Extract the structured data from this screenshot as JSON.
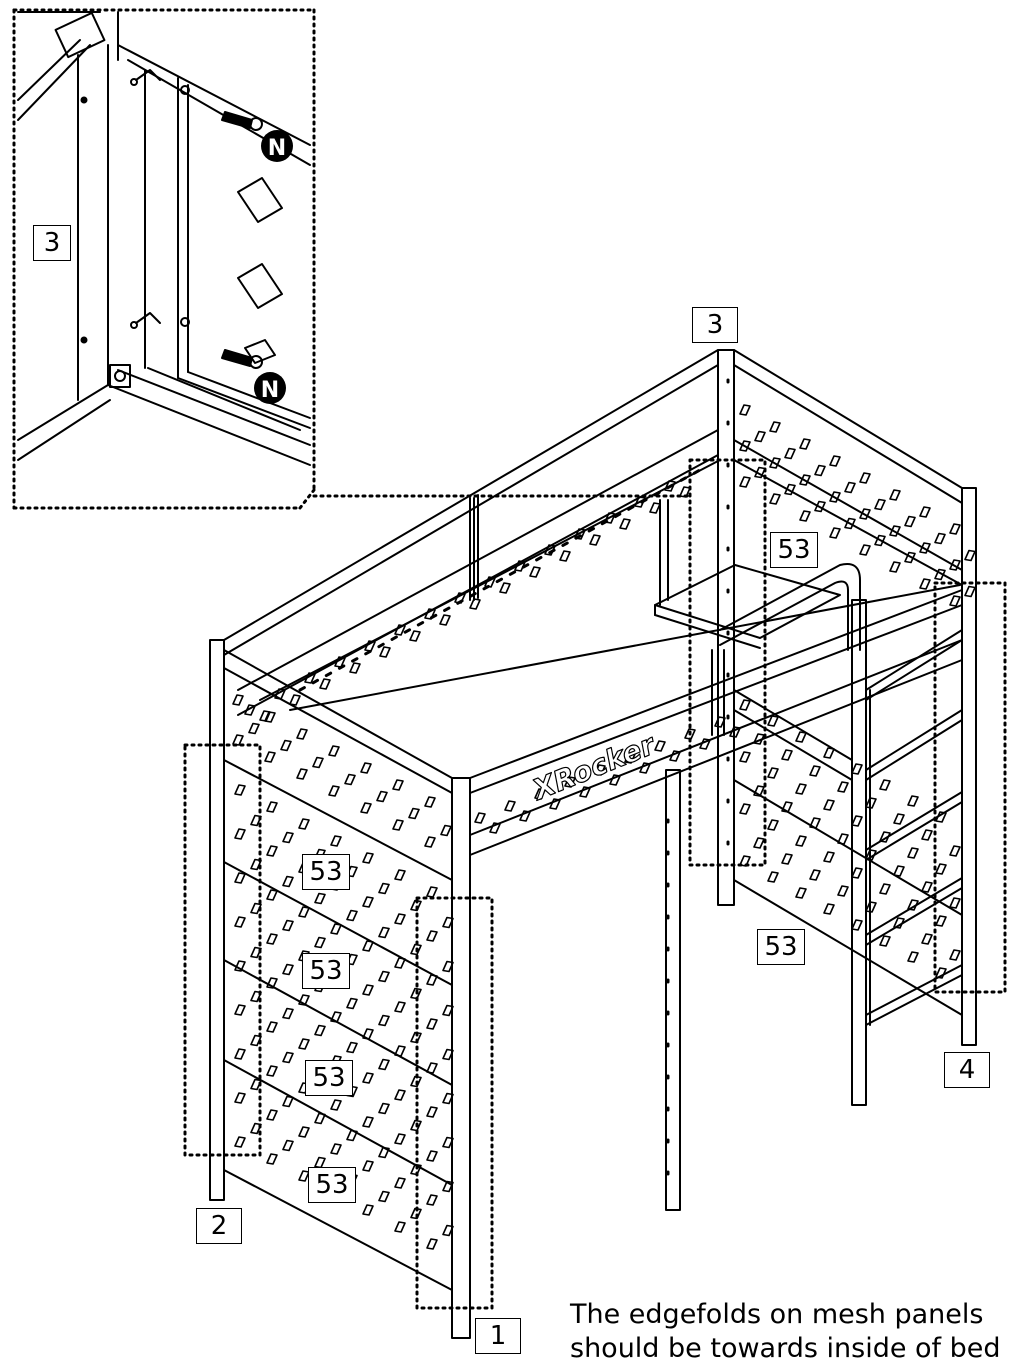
{
  "callout": {
    "part_label": "3",
    "fastener_label": "N"
  },
  "labels": {
    "post_top": "3",
    "post_front_left": "2",
    "post_front_right": "1",
    "post_back_right": "4",
    "mesh_panel": "53"
  },
  "brand_logo_text": "XRocker",
  "note": {
    "line1": "The edgefolds on mesh panels",
    "line2": "should be towards inside of bed"
  }
}
